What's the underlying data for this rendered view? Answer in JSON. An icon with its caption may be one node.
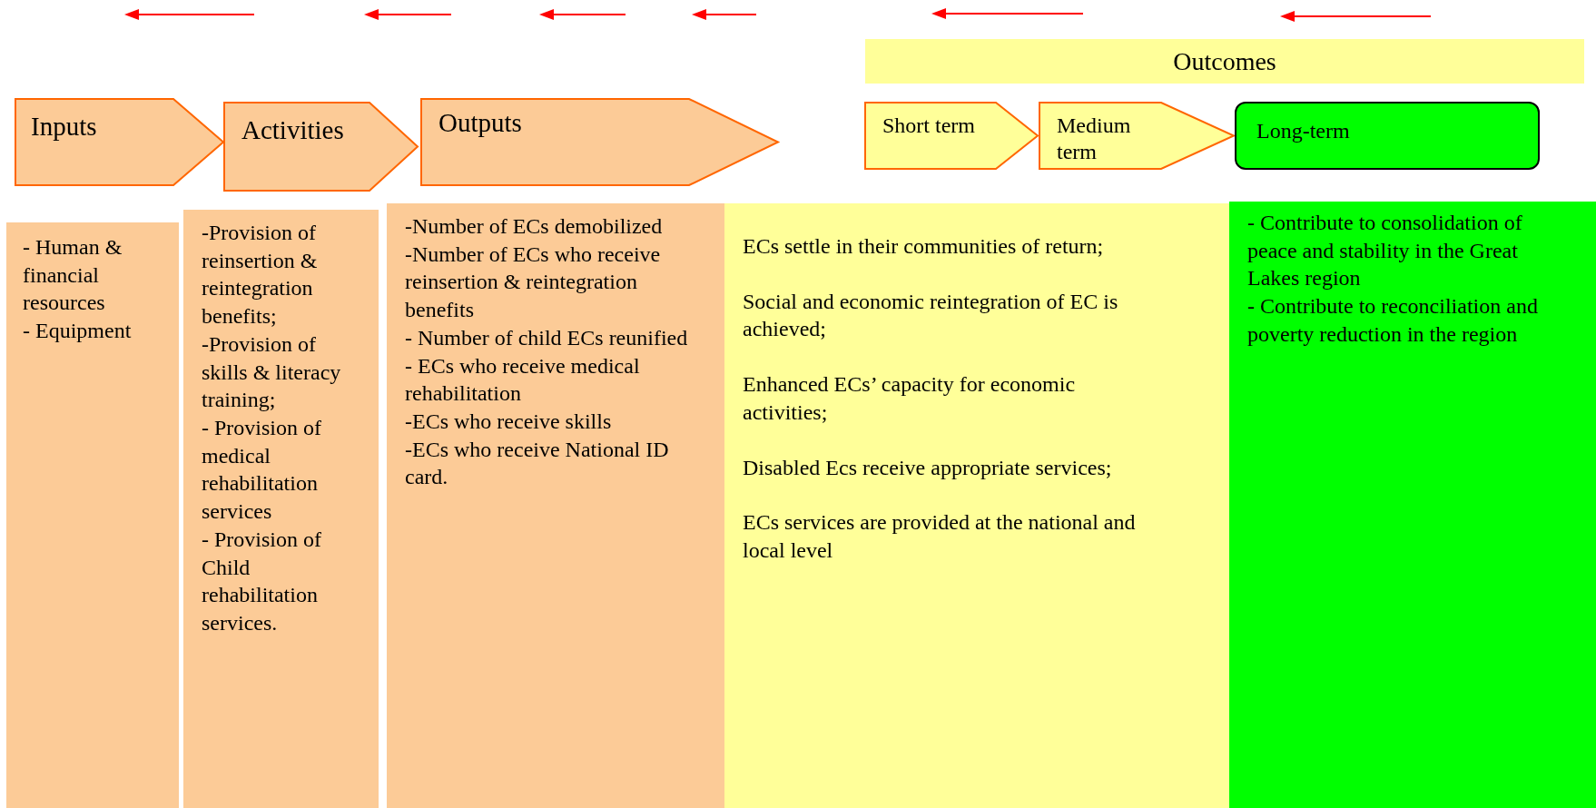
{
  "diagram": {
    "nodes": [
      {
        "text": [
          "Inputs"
        ]
      },
      {
        "text": [
          "Activities"
        ]
      },
      {
        "text": [
          "Outputs"
        ]
      },
      {
        "text": [
          "Outcomes"
        ]
      },
      {
        "text": [
          "Short term"
        ]
      },
      {
        "text": [
          "Medium term"
        ]
      },
      {
        "text": [
          "Long-term"
        ]
      },
      {
        "text": [
          "- Human & financial resources",
          "- Equipment"
        ]
      },
      {
        "text": [
          "-Provision of reinsertion & reintegration benefits;",
          "-Provision of skills & literacy training;",
          "- Provision of medical rehabilitation services",
          "- Provision of Child rehabilitation services."
        ]
      },
      {
        "text": [
          "-Number of ECs demobilized",
          "-Number of ECs who receive reinsertion & reintegration benefits",
          "- Number of child ECs reunified",
          "- ECs who receive medical rehabilitation",
          "-ECs who receive skills",
          "-ECs who receive National ID card."
        ]
      },
      {
        "text": [
          "ECs settle in their communities of return;",
          "Social and economic reintegration of EC is achieved;",
          "Enhanced ECs’ capacity for economic activities;",
          "Disabled Ecs receive appropriate services;",
          "ECs services are provided at the national and local level"
        ]
      },
      {
        "text": [
          "- Contribute to consolidation of peace and stability in the Great Lakes region",
          "- Contribute to reconciliation and poverty reduction in the region"
        ]
      }
    ]
  }
}
